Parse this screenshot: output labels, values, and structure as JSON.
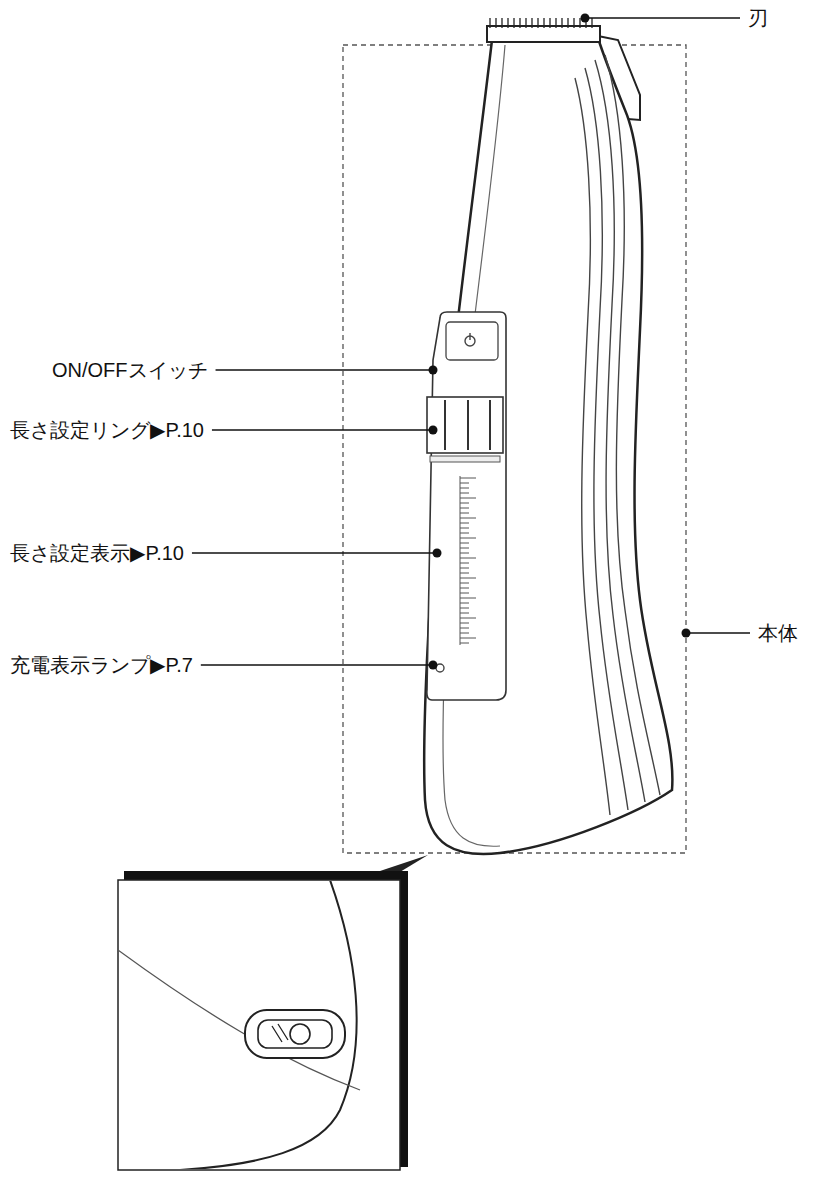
{
  "diagram": {
    "labels": [
      "刃",
      "ON/OFFスイッチ",
      "長さ設定リング▶P.10",
      "長さ設定表示▶P.10",
      "充電表示ランプ▶P.7",
      "本体"
    ]
  }
}
